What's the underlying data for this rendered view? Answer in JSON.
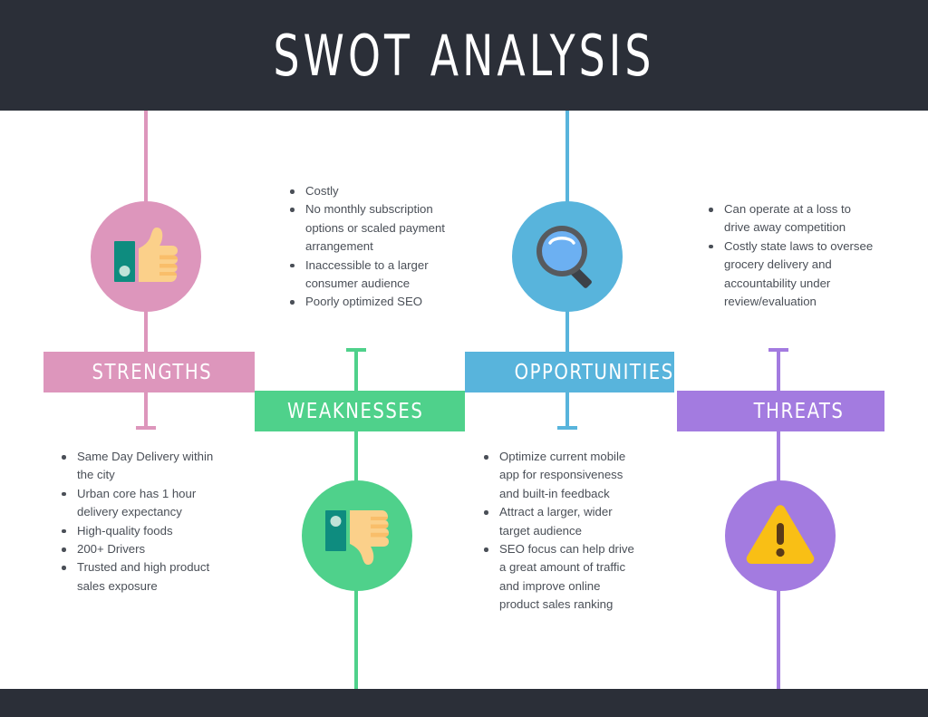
{
  "page": {
    "title": "SWOT ANALYSIS",
    "header_color": "#2b2f38",
    "footer_color": "#2b2f38",
    "background_color": "#ffffff",
    "text_color": "#4a4f57"
  },
  "quadrants": [
    {
      "key": "strengths",
      "label": "STRENGTHS",
      "color": "#DD96BC",
      "icon": "thumbs-up-icon",
      "items": [
        "Same Day Delivery within the city",
        "Urban core has 1 hour delivery expectancy",
        "High-quality foods",
        "200+ Drivers",
        "Trusted and high product sales exposure"
      ]
    },
    {
      "key": "weaknesses",
      "label": "WEAKNESSES",
      "color": "#4FD18B",
      "icon": "thumbs-down-icon",
      "items": [
        "Costly",
        "No monthly subscription options or scaled payment arrangement",
        "Inaccessible to a larger consumer audience",
        "Poorly optimized SEO"
      ]
    },
    {
      "key": "opportunities",
      "label": "OPPORTUNITIES",
      "color": "#58B4DC",
      "icon": "magnifying-glass-icon",
      "items": [
        "Optimize current mobile app for responsiveness and built-in feedback",
        "Attract a larger, wider target audience",
        "SEO focus can help drive a great amount of traffic and improve online product sales ranking"
      ]
    },
    {
      "key": "threats",
      "label": "THREATS",
      "color": "#A37BE0",
      "icon": "warning-triangle-icon",
      "items": [
        "Can operate at a loss to drive away competition",
        "Costly state laws to oversee grocery delivery and accountability under review/evaluation"
      ]
    }
  ],
  "icon_colors": {
    "skin": "#FBD08A",
    "skin_shadow": "#F9BE6A",
    "sleeve": "#0E8C7F",
    "sleeve_dot": "#BFE3D8",
    "lens_ring": "#575A5E",
    "lens_glass": "#6CB0F2",
    "lens_highlight": "#ffffff",
    "triangle": "#F9BF15",
    "triangle_mark": "#5A3A18"
  }
}
